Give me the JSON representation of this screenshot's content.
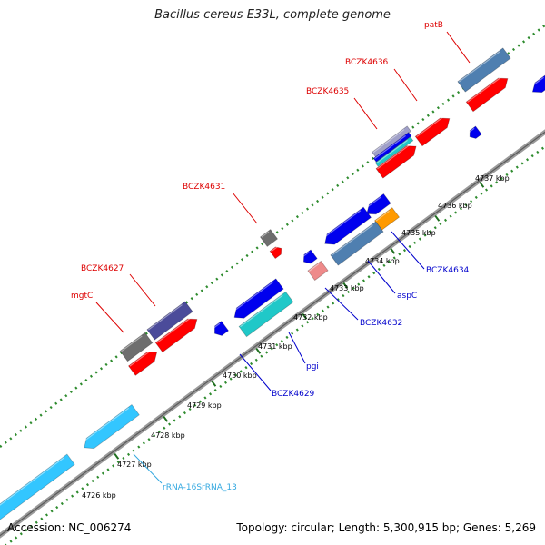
{
  "title": "Bacillus cereus E33L, complete genome",
  "footer": {
    "accession": "Accession: NC_006274",
    "topology": "Topology: circular; Length: 5,300,915 bp; Genes: 5,269"
  },
  "colors": {
    "backbone": "#808080",
    "dotted_track": "#2e8b2e",
    "forward_cds": "#ff0000",
    "reverse_cds": "#0000ee",
    "rrna": "#33c6ff",
    "steelblue_gene": "#4f7fb0",
    "slate_gene": "#4b4b9a",
    "grey_gene": "#6e6e6e",
    "cyan_gene": "#20c8c8",
    "orange_gene": "#ff9a00",
    "pink_gene": "#ee8a8a",
    "forward_label": "#dd0000",
    "reverse_label": "#0000cc",
    "rrna_label": "#33a8e0"
  },
  "kbp_ticks": [
    "4726 kbp",
    "4727 kbp",
    "4728 kbp",
    "4729 kbp",
    "4730 kbp",
    "4731 kbp",
    "4732 kbp",
    "4733 kbp",
    "4734 kbp",
    "4735 kbp",
    "4736 kbp",
    "4737 kbp"
  ],
  "gene_labels": {
    "forward": [
      "patB",
      "BCZK4636",
      "BCZK4635",
      "BCZK4631",
      "BCZK4627",
      "mgtC"
    ],
    "reverse": [
      "BCZK4634",
      "aspC",
      "BCZK4632",
      "pgi",
      "BCZK4629"
    ],
    "rrna": [
      "rRNA-16SrRNA_13"
    ]
  }
}
